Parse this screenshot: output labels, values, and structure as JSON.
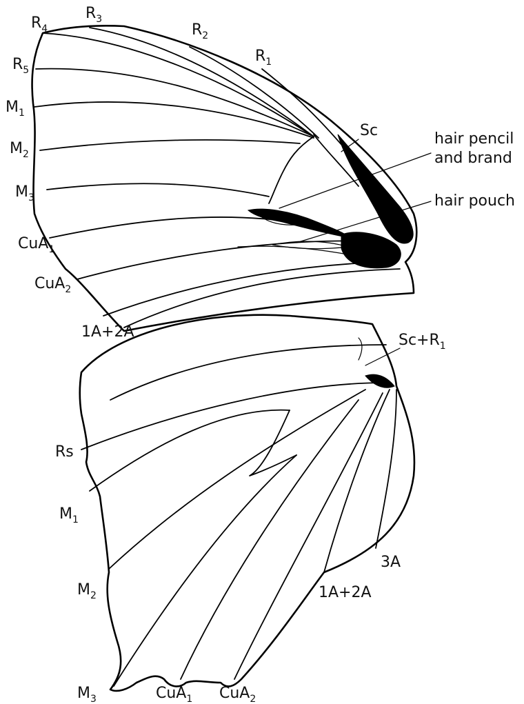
{
  "forewing": {
    "labels": {
      "r4": {
        "main": "R",
        "sub": "4"
      },
      "r3": {
        "main": "R",
        "sub": "3"
      },
      "r2": {
        "main": "R",
        "sub": "2"
      },
      "r1": {
        "main": "R",
        "sub": "1"
      },
      "r5": {
        "main": "R",
        "sub": "5"
      },
      "m1": {
        "main": "M",
        "sub": "1"
      },
      "m2": {
        "main": "M",
        "sub": "2"
      },
      "m3": {
        "main": "M",
        "sub": "3"
      },
      "cua1": {
        "main": "CuA",
        "sub": "1"
      },
      "cua2": {
        "main": "CuA",
        "sub": "2"
      },
      "anal": {
        "main": "1A+2A"
      },
      "sc": {
        "main": "Sc"
      },
      "hair_pencil_line1": {
        "main": "hair pencil"
      },
      "hair_pencil_line2": {
        "main": "and brand"
      },
      "hair_pouch": {
        "main": "hair pouch"
      }
    }
  },
  "hindwing": {
    "labels": {
      "scr1": {
        "main": "Sc+R",
        "sub": "1"
      },
      "rs": {
        "main": "Rs"
      },
      "m1": {
        "main": "M",
        "sub": "1"
      },
      "m2": {
        "main": "M",
        "sub": "2"
      },
      "m3": {
        "main": "M",
        "sub": "3"
      },
      "cua1": {
        "main": "CuA",
        "sub": "1"
      },
      "cua2": {
        "main": "CuA",
        "sub": "2"
      },
      "a3": {
        "main": "3A"
      },
      "anal": {
        "main": "1A+2A"
      }
    }
  }
}
